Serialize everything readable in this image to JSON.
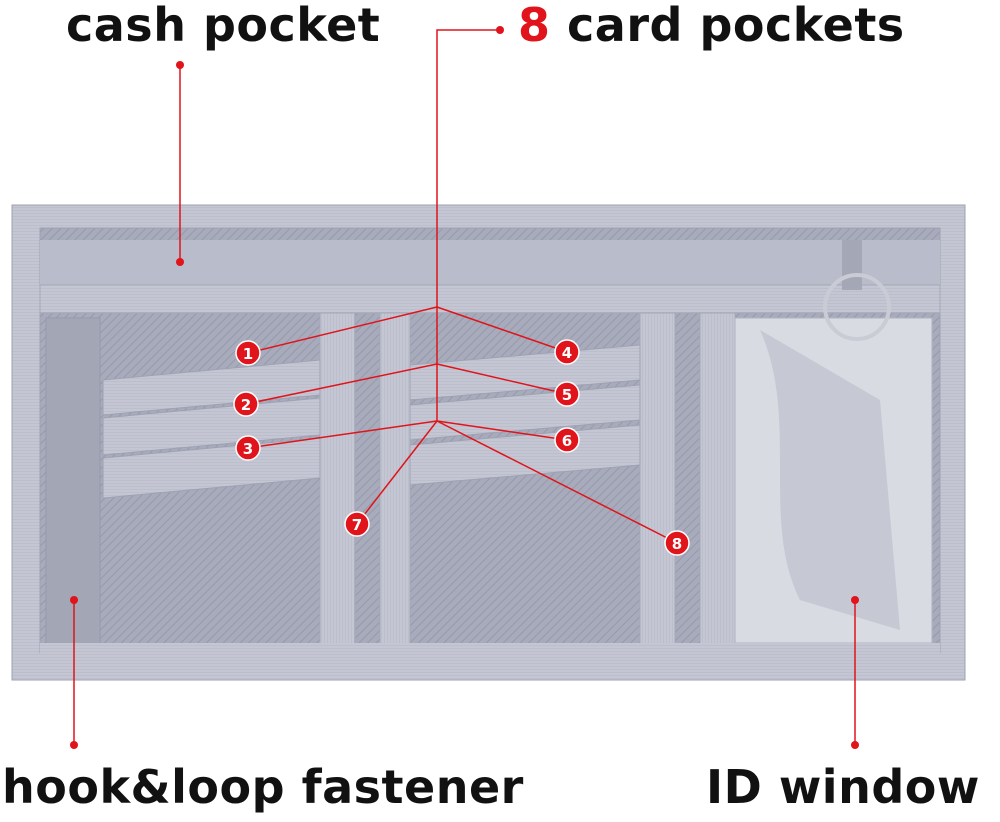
{
  "labels": {
    "cash_pocket": "cash pocket",
    "card_pockets_count": "8",
    "card_pockets_text": "card pockets",
    "hook_loop": "hook&loop fastener",
    "id_window": "ID window"
  },
  "pocket_numbers": [
    "1",
    "2",
    "3",
    "4",
    "5",
    "6",
    "7",
    "8"
  ],
  "colors": {
    "accent": "#e0141a",
    "fabric": "#a9adbd",
    "webbing": "#c3c6d2"
  }
}
